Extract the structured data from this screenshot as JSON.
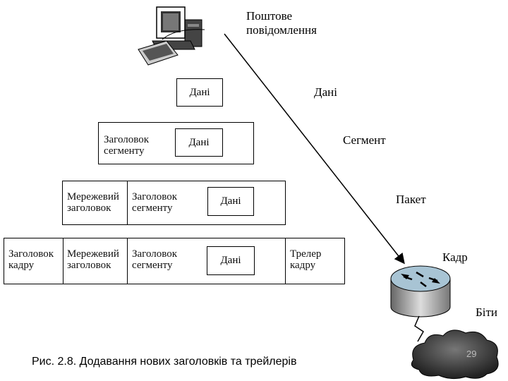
{
  "computer": {
    "label_line1": "Поштове",
    "label_line2": "повідомлення"
  },
  "layers": {
    "data_label": "Дані",
    "segment_label": "Сегмент",
    "packet_label": "Пакет",
    "frame_label": "Кадр",
    "bits_label": "Біти"
  },
  "row1": {
    "data": "Дані"
  },
  "row2": {
    "segment_header_1": "Заголовок",
    "segment_header_2": "сегменту",
    "data": "Дані"
  },
  "row3": {
    "network_header_1": "Мережевий",
    "network_header_2": "заголовок",
    "segment_header_1": "Заголовок",
    "segment_header_2": "сегменту",
    "data": "Дані"
  },
  "row4": {
    "frame_header_1": "Заголовок",
    "frame_header_2": "кадру",
    "network_header_1": "Мережевий",
    "network_header_2": "заголовок",
    "segment_header_1": "Заголовок",
    "segment_header_2": "сегменту",
    "data": "Дані",
    "trailer_1": "Трелер",
    "trailer_2": "кадру"
  },
  "caption": "Рис. 2.8. Додавання нових заголовків та трейлерів",
  "page_number": "29"
}
